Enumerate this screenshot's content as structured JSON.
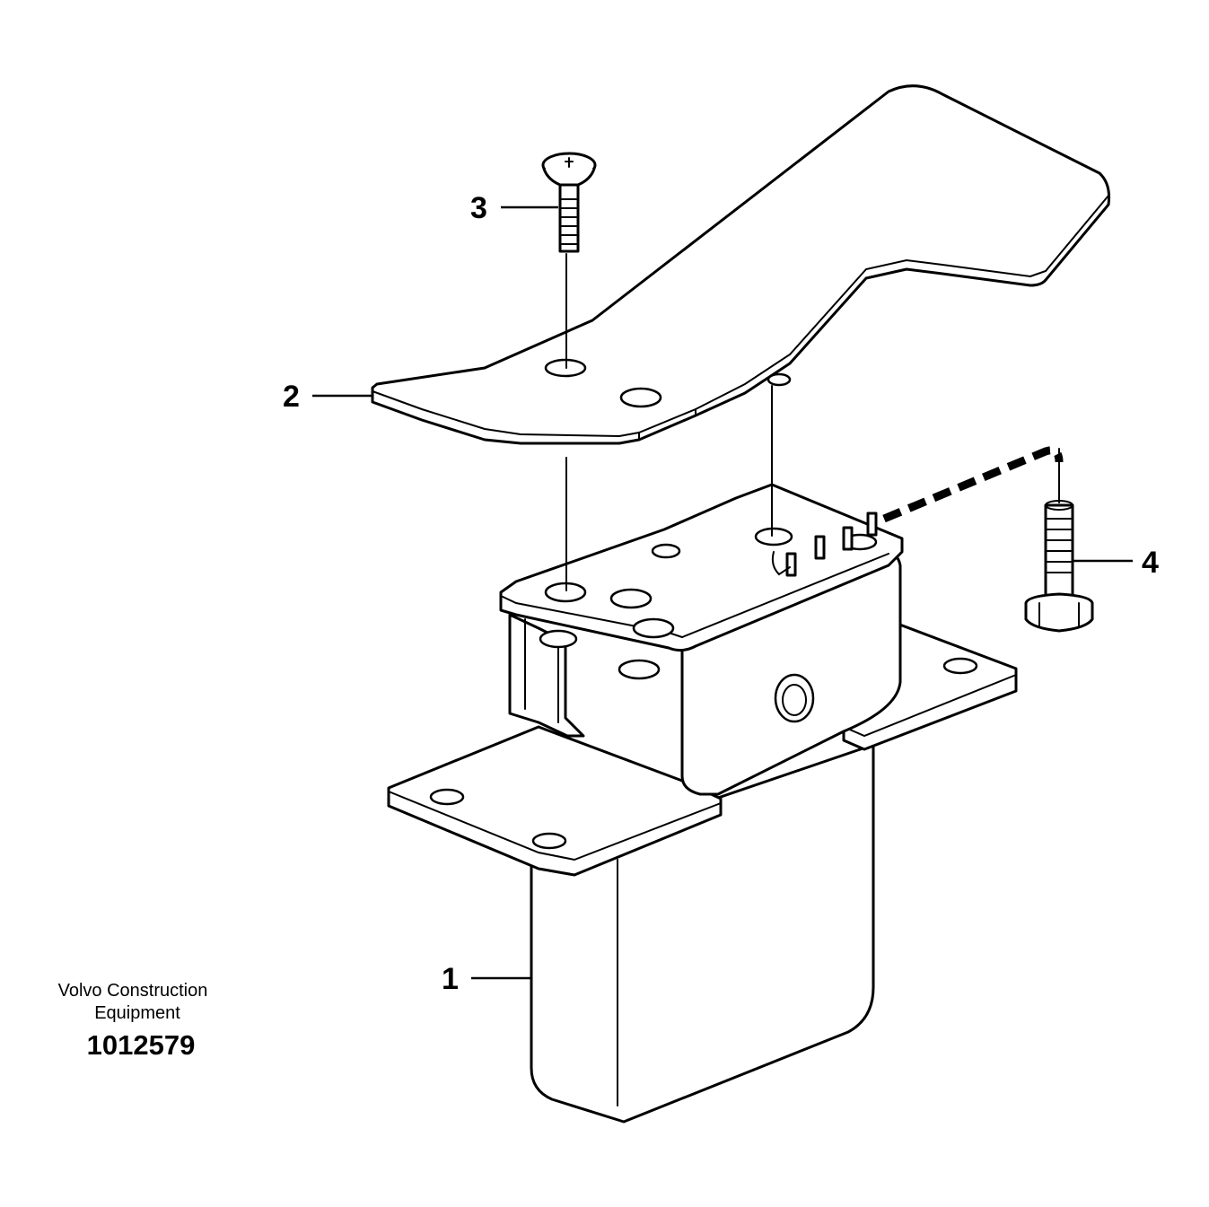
{
  "callouts": {
    "part_1": "1",
    "part_2": "2",
    "part_3": "3",
    "part_4": "4"
  },
  "footer": {
    "brand_line1": "Volvo Construction",
    "brand_line2": "Equipment",
    "drawing_number": "1012579"
  }
}
